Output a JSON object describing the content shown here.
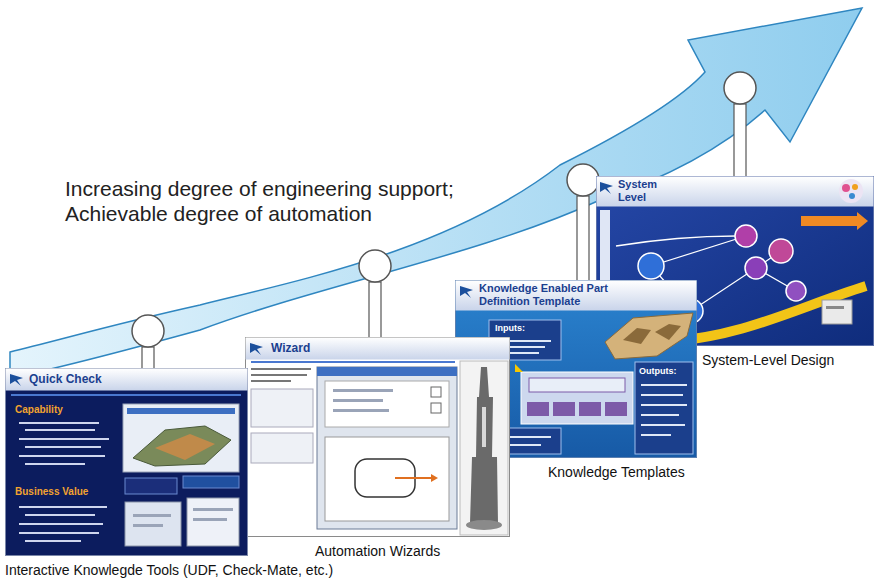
{
  "diagram": {
    "title": "Increasing degree of engineering support; Achievable degree of automation",
    "nodes": [
      {
        "text": [
          "Quick Check",
          "Capability",
          "Business Value",
          "Interactive Knowlegde Tools (UDF, Check-Mate, etc.)"
        ]
      },
      {
        "text": [
          "Wizard",
          "Automation Wizards"
        ]
      },
      {
        "text": [
          "Knowledge Enabled Part Definition Template",
          "Inputs:",
          "Outputs:",
          "Knowledge Templates"
        ]
      },
      {
        "text": [
          "System Level",
          "System-Level Design"
        ]
      }
    ]
  }
}
